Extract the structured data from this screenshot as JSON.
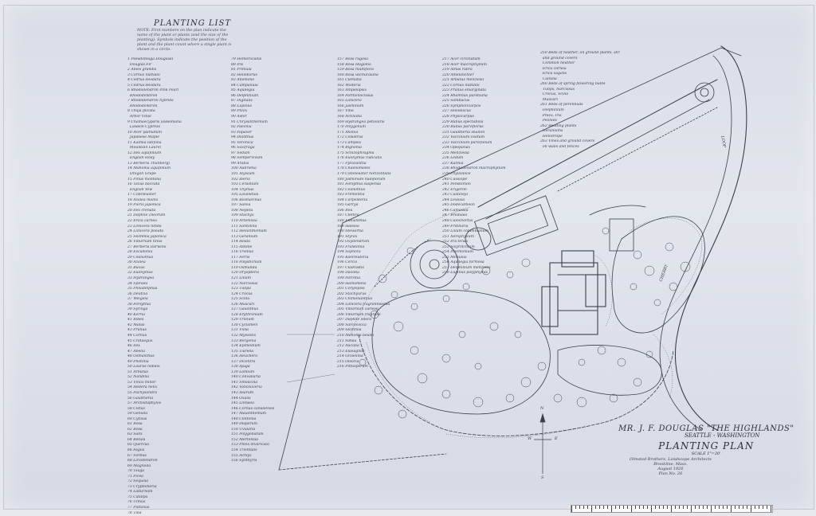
{
  "planting_list": {
    "title": "PLANTING LIST",
    "note": "NOTE: First numbers on the plan indicate the name of the plant or plants (and the size of the planting). Symbols indicate the position of the plant and the plant count where a single plant is shown in a circle.",
    "columns": [
      [
        "1 Pseudotsuga Douglasii",
        "  Douglas Fir",
        "2 Abies grandis",
        "3 Cornus nuttallii",
        "4 Cedrus deodara",
        "5 Cedrus deodara",
        "6 Rhododendron Pink Pearl",
        "  Rhododendron",
        "7 Rhododendron hybrids",
        "  Rhododendron",
        "8 Thuja plicata",
        "  Arbor Vitae",
        "9 Chamaecyparis lawsoniana",
        "  Lawson Cypress",
        "10 Acer palmatum",
        "  Japanese Maple",
        "11 Kalmia latifolia",
        "  Mountain Laurel",
        "12 Ilex aquifolium",
        "  English Holly",
        "13 Berberis Thunbergi",
        "14 Mahonia aquifolium",
        "  Oregon Grape",
        "15 Pinus montana",
        "16 Taxus baccata",
        "  English Yew",
        "17 Cotoneaster",
        "18 Azalea mollis",
        "19 Pieris japonica",
        "20 Ilex crenata",
        "21 Daphne cneorum",
        "22 Erica carnea",
        "23 Lonicera nitida",
        "24 Lonicera pileata",
        "25 Skimmia japonica",
        "26 Viburnum tinus",
        "27 Berberis Darwinii",
        "28 Escallonia",
        "29 Ceanothus",
        "30 Azalea",
        "31 Buxus",
        "32 Euonymus",
        "33 Hydrangea",
        "34 Spiraea",
        "35 Philadelphus",
        "36 Deutzia",
        "37 Weigela",
        "38 Forsythia",
        "39 Syringa",
        "40 Kerria",
        "41 Ribes",
        "42 Malus",
        "43 Prunus",
        "44 Cornus",
        "45 Crataegus",
        "46 Ilex",
        "47 Abelia",
        "48 Osmanthus",
        "49 Photinia",
        "50 Laurus nobilis",
        "51 Arbutus",
        "52 Nandina",
        "53 Vinca minor",
        "54 Hedera helix",
        "55 Pachysandra",
        "56 Gaultheria",
        "57 Arctostaphylos",
        "58 Cistus",
        "59 Genista",
        "60 Cytisus",
        "61 Rosa",
        "62 Rosa",
        "63 Salix",
        "64 Betula",
        "65 Quercus",
        "66 Fagus",
        "67 Sorbus",
        "68 Liriodendron",
        "69 Magnolia",
        "70 Tsuga",
        "71 Picea",
        "72 Sequoia",
        "73 Cryptomeria",
        "74 Laburnum",
        "75 Catalpa",
        "76 Ulmus",
        "77 Platanus",
        "78 Tilia"
      ],
      [
        "79 Hemerocallis",
        "80 Iris",
        "81 Primula",
        "82 Helleborus",
        "83 Anemone",
        "84 Campanula",
        "85 Aquilegia",
        "86 Delphinium",
        "87 Digitalis",
        "88 Lupinus",
        "89 Phlox",
        "90 Aster",
        "91 Chrysanthemum",
        "92 Paeonia",
        "93 Papaver",
        "94 Dianthus",
        "95 Veronica",
        "96 Saxifraga",
        "97 Sedum",
        "98 Sempervivum",
        "99 Arabis",
        "100 Aubrietia",
        "101 Alyssum",
        "102 Iberis",
        "103 Cerastium",
        "104 Thymus",
        "105 Lavandula",
        "106 Rosmarinus",
        "107 Salvia",
        "108 Nepeta",
        "109 Stachys",
        "110 Artemisia",
        "111 Santolina",
        "112 Helianthemum",
        "113 Geranium",
        "114 Hosta",
        "115 Astilbe",
        "116 Trollius",
        "117 Ferns",
        "118 Polystichum",
        "119 Osmunda",
        "120 Dryopteris",
        "121 Lilium",
        "122 Narcissus",
        "123 Tulipa",
        "124 Crocus",
        "125 Scilla",
        "126 Muscari",
        "127 Galanthus",
        "128 Erythronium",
        "129 Trillium",
        "130 Cyclamen",
        "131 Viola",
        "132 Myosotis",
        "133 Bergenia",
        "134 Epimedium",
        "135 Tiarella",
        "136 Heuchera",
        "137 Dicentra",
        "138 Ajuga",
        "139 Lamium",
        "140 Convallaria",
        "141 Smilacina",
        "142 Vancouveria",
        "143 Asarum",
        "144 Oxalis",
        "145 Linnaea",
        "146 Cornus canadensis",
        "147 Maianthemum",
        "148 Clintonia",
        "149 Disporum",
        "150 Uvularia",
        "151 Polygonatum",
        "152 Mertensia",
        "153 Phlox divaricata",
        "154 Trientalis",
        "155 Achlys",
        "156 Synthyris"
      ],
      [
        "157 Rosa rugosa",
        "158 Rosa Hugonis",
        "159 Rosa multiflora",
        "160 Rosa wichuraiana",
        "161 Clematis",
        "162 Wisteria",
        "163 Ampelopsis",
        "164 Parthenocissus",
        "165 Lonicera",
        "166 Jasminum",
        "167 Vitis",
        "168 Actinidia",
        "169 Hydrangea petiolaris",
        "170 Polygonum",
        "171 Akebia",
        "172 Celastrus",
        "173 Campsis",
        "174 Bignonia",
        "175 Schizophragma",
        "176 Euonymus radicans",
        "177 Pyracantha",
        "178 Chaenomeles",
        "179 Cotoneaster horizontalis",
        "180 Jasminum nudiflorum",
        "181 Forsythia suspensa",
        "182 Ceanothus",
        "183 Fremontia",
        "184 Carpenteria",
        "185 Garrya",
        "186 Itea",
        "187 Clethra",
        "188 Enkianthus",
        "189 Halesia",
        "190 Stewartia",
        "191 Styrax",
        "192 Oxydendrum",
        "193 Franklinia",
        "194 Sophora",
        "195 Koelreuteria",
        "196 Cercis",
        "197 Cladrastis",
        "198 Davidia",
        "199 Parrotia",
        "200 Hamamelis",
        "201 Corylopsis",
        "202 Stachyurus",
        "203 Chimonanthus",
        "204 Lonicera fragrantissima",
        "205 Viburnum carlesii",
        "206 Viburnum fragrans",
        "207 Daphne odora",
        "208 Sarcococca",
        "209 Skimmia",
        "210 Mahonia bealei",
        "211 Fatsia",
        "212 Aucuba",
        "213 Elaeagnus",
        "214 Griselinia",
        "215 Olearia",
        "216 Pittosporum"
      ],
      [
        "217 Acer circinatum",
        "218 Acer macrophyllum",
        "219 Alnus rubra",
        "220 Amelanchier",
        "221 Arbutus menziesii",
        "222 Cornus nuttallii",
        "223 Prunus emarginata",
        "224 Rhamnus purshiana",
        "225 Sambucus",
        "226 Symphoricarpos",
        "227 Holodiscus",
        "228 Physocarpus",
        "229 Rubus spectabilis",
        "230 Rubus parviflorus",
        "231 Gaultheria shallon",
        "232 Vaccinium ovatum",
        "233 Vaccinium parvifolium",
        "234 Oplopanax",
        "235 Menziesia",
        "236 Ledum",
        "237 Kalmia",
        "238 Rhododendron macrophyllum",
        "239 Phyllodoce",
        "240 Cassiope",
        "241 Penstemon",
        "242 Erigeron",
        "243 Castilleja",
        "244 Lewisia",
        "245 Dodecatheon",
        "246 Camassia",
        "247 Brodiaea",
        "248 Calochortus",
        "249 Fritillaria",
        "250 Lilium columbianum",
        "251 Xerophyllum",
        "252 Iris tenax",
        "253 Sisyrinchium",
        "254 Polemonium",
        "255 Mimulus",
        "256 Aquilegia formosa",
        "257 Delphinium menziesii",
        "258 Lupinus polyphyllus"
      ],
      [
        "259 Beds of heather, on ground plants, shrubs",
        "  and ground covers",
        "  Common heather",
        "  Erica carnea",
        "  Erica vagans",
        "  Calluna",
        "260 Beds of spring flowering bulbs",
        "  Tulips, Narcissus",
        "  Crocus, Scilla",
        "  Muscari",
        "261 Beds of perennials",
        "  Delphinium",
        "  Phlox, Iris",
        "  Peonies",
        "262 Bedding plants",
        "  Geraniums",
        "  Heliotrope",
        "263 Vines and ground covers",
        "  on walls and fences"
      ]
    ]
  },
  "title_block": {
    "client": "MR. J. F. DOUGLAS \"THE HIGHLANDS\"",
    "place": "SEATTLE - WASHINGTON",
    "plan_title": "PLANTING PLAN",
    "scale": "SCALE 1\"=20'",
    "firm_lines": [
      "Olmsted Brothers, Landscape Architects",
      "Brookline, Mass.",
      "August 1926",
      "Plan No. 26"
    ]
  },
  "map_labels": {
    "road_loop": "LOOP",
    "road_cherry": "CHERRY",
    "north_arrow": "N",
    "compass_letters": [
      "N",
      "E",
      "S",
      "W"
    ]
  }
}
